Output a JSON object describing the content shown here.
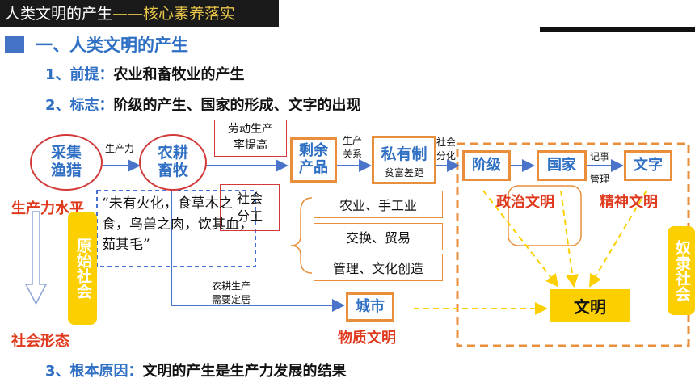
{
  "header": {
    "title_main": "人类文明的产生",
    "title_dash": "——",
    "title_accent": "核心素养落实"
  },
  "section": {
    "heading": "一、人类文明的产生"
  },
  "points": [
    {
      "label": "1、前提：",
      "text": "农业和畜牧业的产生"
    },
    {
      "label": "2、标志：",
      "text": "阶级的产生、国家的形成、文字的出现"
    },
    {
      "label": "3、根本原因：",
      "text": "文明的产生是生产力发展的结果"
    }
  ],
  "diagram": {
    "gather_hunt": "采集\n渔猎",
    "arrow_productivity": "生产力",
    "farming_herding": "农耕\n畜牧",
    "labor_productivity": "劳动生产\n率提高",
    "surplus_products": "剩余\n产品",
    "arrow_production_relations": "生产\n关系",
    "private_ownership": "私有制",
    "wealth_gap": "贫富差距",
    "arrow_social_division": "社会\n分化",
    "social_division_labor": "社会\n分工",
    "division_items": [
      "农业、手工业",
      "交换、贸易",
      "管理、文化创造"
    ],
    "quote": "“未有火化，食草木之食，鸟兽之肉，饮其血，茹其毛”",
    "productivity_level": "生产力水平",
    "primitive_society": "原始社会",
    "social_form": "社会形态",
    "farming_settlement": "农耕生产\n需要定居",
    "city": "城市",
    "material_civilization": "物质文明",
    "class": "阶级",
    "state": "国家",
    "arrow_record": "记事",
    "arrow_manage": "管理",
    "writing": "文字",
    "political_civilization": "政治文明",
    "spiritual_civilization": "精神文明",
    "civilization": "文明",
    "slave_society": "奴隶社会"
  },
  "colors": {
    "blue": "#2f6fc4",
    "orange": "#e98f3c",
    "red": "#e03a1e",
    "yellow": "#fcd000",
    "dash_blue": "#2f5fd0"
  }
}
